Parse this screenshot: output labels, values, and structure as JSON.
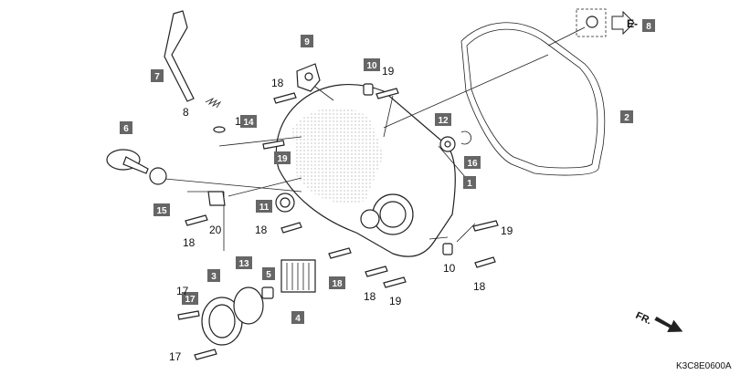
{
  "diagram": {
    "code": "K3C8E0600A",
    "direction": "FR.",
    "ref": "E-",
    "ref_num": "8",
    "callouts": {
      "c1": "1",
      "c2": "2",
      "c3": "3",
      "c4": "4",
      "c5": "5",
      "c6": "6",
      "c7": "7",
      "c9": "9",
      "c10": "10",
      "c11": "11",
      "c12": "12",
      "c13": "13",
      "c14": "14",
      "c15": "15",
      "c16": "16",
      "c17": "17",
      "c19": "19"
    },
    "labels": {
      "l8": "8",
      "l10": "10",
      "l14": "1",
      "l17a": "17",
      "l17b": "17",
      "l18a": "18",
      "l18b": "18",
      "l18c": "18",
      "l18d": "18",
      "l18e": "18",
      "l19a": "19",
      "l19b": "19",
      "l19c": "19",
      "l20": "20"
    }
  }
}
